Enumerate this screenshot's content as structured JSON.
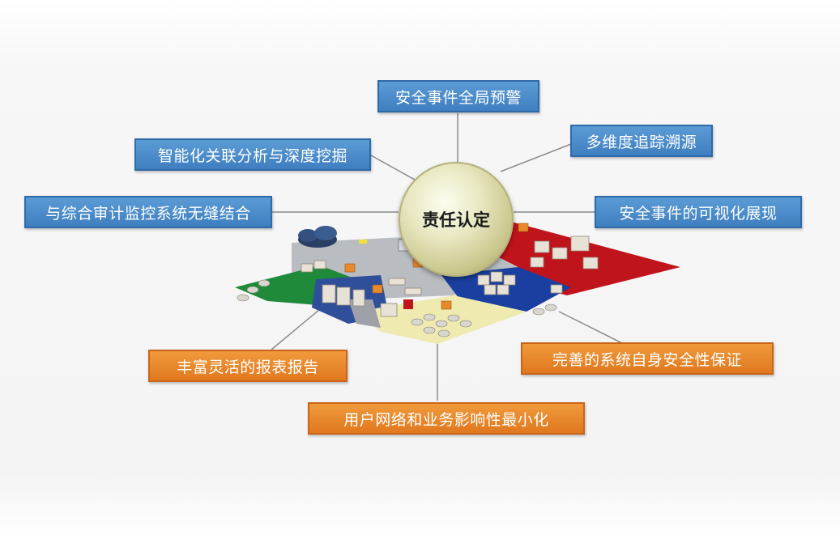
{
  "center": {
    "label": "责任认定"
  },
  "labels": {
    "top": "安全事件全局预警",
    "upper_right": "多维度追踪溯源",
    "right": "安全事件的可视化展现",
    "upper_left": "智能化关联分析与深度挖掘",
    "left": "与综合审计监控系统无缝结合",
    "lower_left": "丰富灵活的报表报告",
    "bottom": "用户网络和业务影响性最小化",
    "lower_right": "完善的系统自身安全性保证"
  },
  "colors": {
    "blue_box": "#4a8ccb",
    "orange_box": "#e8892c",
    "zone_red": "#c0141c",
    "zone_green": "#1f8a3a",
    "zone_blue": "#1a3fa0",
    "zone_yellow": "#eeeab0",
    "zone_gray": "#b5b8bc"
  }
}
